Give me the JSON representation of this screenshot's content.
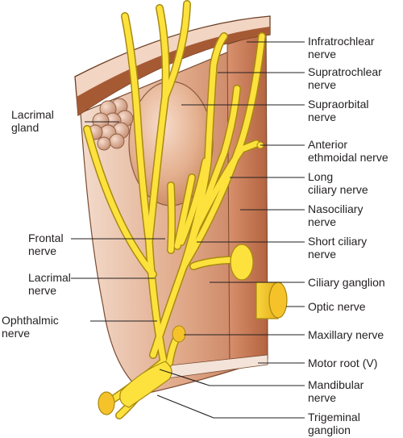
{
  "labels": {
    "infratrochlear": [
      "Infratrochlear",
      "nerve"
    ],
    "supratrochlear": [
      "Supratrochlear",
      "nerve"
    ],
    "supraorbital": [
      "Supraorbital",
      "nerve"
    ],
    "anterior_ethmoidal": [
      "Anterior",
      "ethmoidal nerve"
    ],
    "long_ciliary": [
      "Long",
      "ciliary nerve"
    ],
    "nasociliary": [
      "Nasociliary",
      "nerve"
    ],
    "short_ciliary": [
      "Short ciliary",
      "nerve"
    ],
    "ciliary_ganglion": [
      "Ciliary ganglion"
    ],
    "optic": [
      "Optic nerve"
    ],
    "maxillary": [
      "Maxillary nerve"
    ],
    "motor_root": [
      "Motor root (V)"
    ],
    "mandibular": [
      "Mandibular",
      "nerve"
    ],
    "trigeminal": [
      "Trigeminal",
      "ganglion"
    ],
    "lacrimal_gland": [
      "Lacrimal",
      "gland"
    ],
    "frontal": [
      "Frontal",
      "nerve"
    ],
    "lacrimal_nerve": [
      "Lacrimal",
      "nerve"
    ],
    "ophthalmic": [
      "Ophthalmic",
      "nerve"
    ]
  },
  "colors": {
    "nerve": "#fde23d",
    "nerve_outline": "#a88a10",
    "orbit_wall": "#cf8d6c",
    "orbit_wall_dark": "#ab5f3d",
    "bone": "#f2d5c3",
    "bone_inner": "#a65a34",
    "eyeball": "#e7b797",
    "gland": "#dfae96",
    "text": "#231f20"
  }
}
